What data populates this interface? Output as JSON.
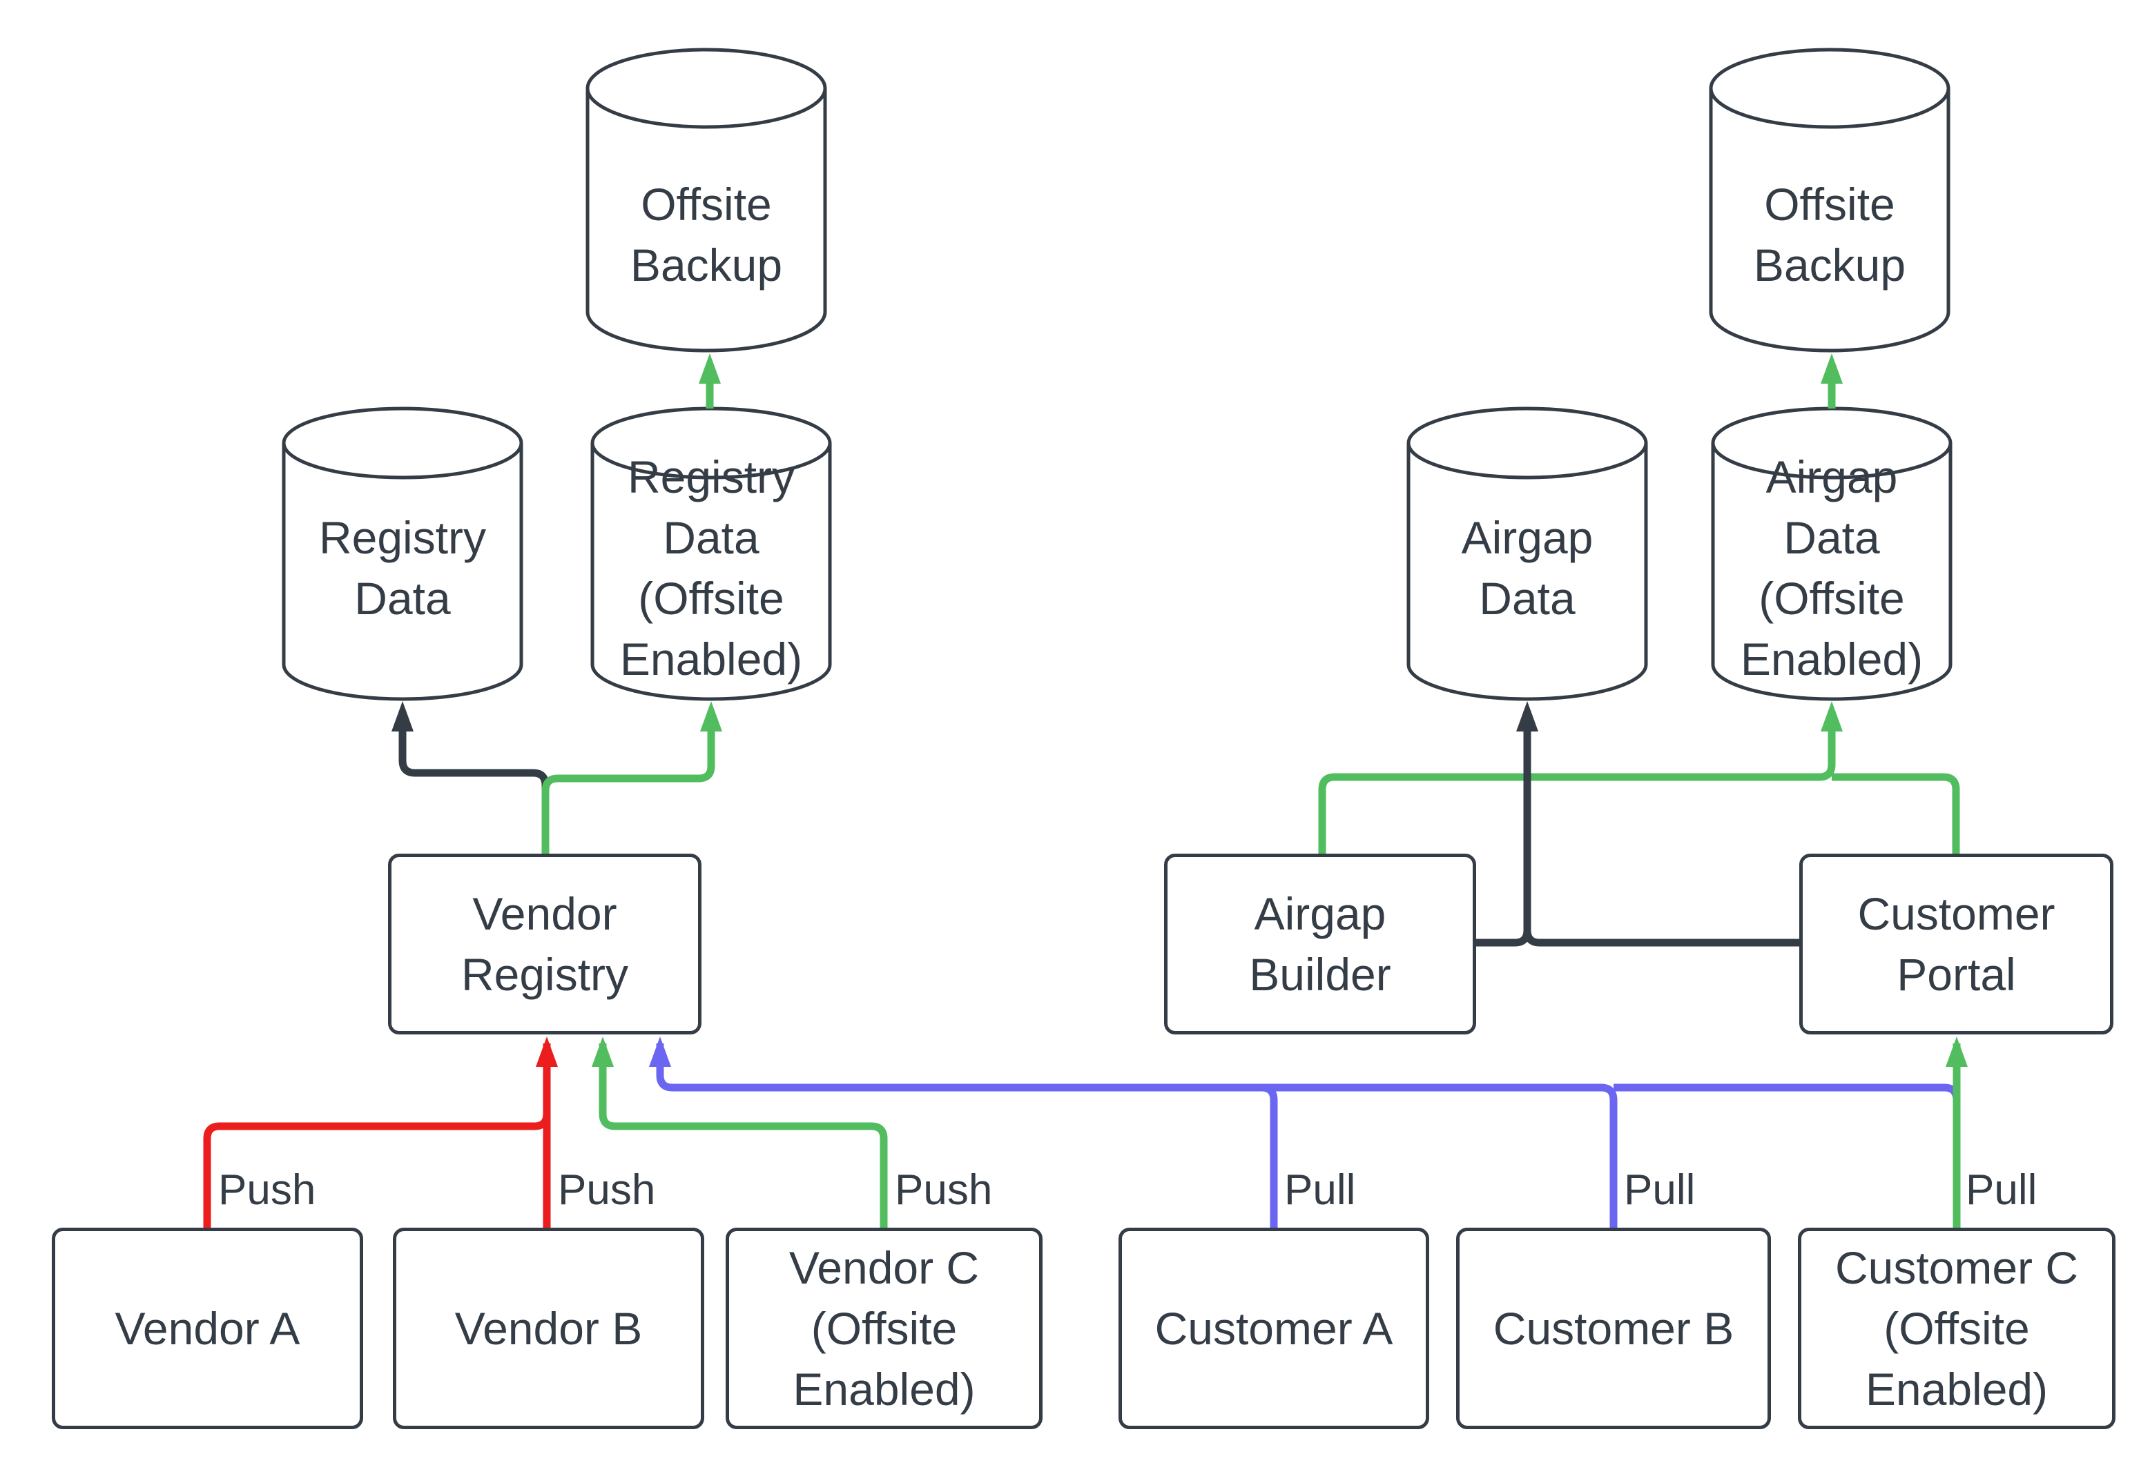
{
  "diagram": {
    "type": "flowchart",
    "background": "#ffffff",
    "colors": {
      "dark": "#343c46",
      "red": "#ec1d1d",
      "green": "#52bd5f",
      "blue": "#6a66f2",
      "text": "#343c46",
      "node_fill": "#ffffff"
    },
    "nodes": {
      "offsite_backup_left": {
        "label": "Offsite\nBackup",
        "shape": "cylinder"
      },
      "offsite_backup_right": {
        "label": "Offsite\nBackup",
        "shape": "cylinder"
      },
      "registry_data": {
        "label": "Registry\nData",
        "shape": "cylinder"
      },
      "registry_data_offsite": {
        "label": "Registry\nData\n(Offsite\nEnabled)",
        "shape": "cylinder"
      },
      "airgap_data": {
        "label": "Airgap\nData",
        "shape": "cylinder"
      },
      "airgap_data_offsite": {
        "label": "Airgap\nData\n(Offsite\nEnabled)",
        "shape": "cylinder"
      },
      "vendor_registry": {
        "label": "Vendor\nRegistry",
        "shape": "rect"
      },
      "airgap_builder": {
        "label": "Airgap\nBuilder",
        "shape": "rect"
      },
      "customer_portal": {
        "label": "Customer\nPortal",
        "shape": "rect"
      },
      "vendor_a": {
        "label": "Vendor A",
        "shape": "rect"
      },
      "vendor_b": {
        "label": "Vendor B",
        "shape": "rect"
      },
      "vendor_c": {
        "label": "Vendor C\n(Offsite\nEnabled)",
        "shape": "rect"
      },
      "customer_a": {
        "label": "Customer A",
        "shape": "rect"
      },
      "customer_b": {
        "label": "Customer B",
        "shape": "rect"
      },
      "customer_c": {
        "label": "Customer C\n(Offsite\nEnabled)",
        "shape": "rect"
      }
    },
    "edges": [
      {
        "from": "Vendor A",
        "to": "Vendor Registry",
        "label": "Push",
        "color": "#ec1d1d"
      },
      {
        "from": "Vendor B",
        "to": "Vendor Registry",
        "label": "Push",
        "color": "#ec1d1d"
      },
      {
        "from": "Vendor C (Offsite Enabled)",
        "to": "Vendor Registry",
        "label": "Push",
        "color": "#52bd5f"
      },
      {
        "from": "Customer A",
        "to": "Vendor Registry",
        "label": "Pull",
        "color": "#6a66f2"
      },
      {
        "from": "Customer B",
        "to": "Vendor Registry",
        "label": "Pull",
        "color": "#6a66f2"
      },
      {
        "from": "Customer C (Offsite Enabled)",
        "to": "Customer Portal",
        "label": "Pull",
        "color": "#52bd5f"
      },
      {
        "from": "Customer C (Offsite Enabled)",
        "to": "Vendor Registry",
        "label": "",
        "color": "#6a66f2"
      },
      {
        "from": "Vendor Registry",
        "to": "Registry Data",
        "label": "",
        "color": "#343c46"
      },
      {
        "from": "Vendor Registry",
        "to": "Registry Data (Offsite Enabled)",
        "label": "",
        "color": "#52bd5f"
      },
      {
        "from": "Registry Data (Offsite Enabled)",
        "to": "Offsite Backup",
        "label": "",
        "color": "#52bd5f"
      },
      {
        "from": "Airgap Builder",
        "to": "Airgap Data",
        "label": "",
        "color": "#343c46"
      },
      {
        "from": "Customer Portal",
        "to": "Airgap Data",
        "label": "",
        "color": "#343c46"
      },
      {
        "from": "Airgap Builder",
        "to": "Airgap Data (Offsite Enabled)",
        "label": "",
        "color": "#52bd5f"
      },
      {
        "from": "Customer Portal",
        "to": "Airgap Data (Offsite Enabled)",
        "label": "",
        "color": "#52bd5f"
      },
      {
        "from": "Airgap Data (Offsite Enabled)",
        "to": "Offsite Backup",
        "label": "",
        "color": "#52bd5f"
      }
    ]
  }
}
